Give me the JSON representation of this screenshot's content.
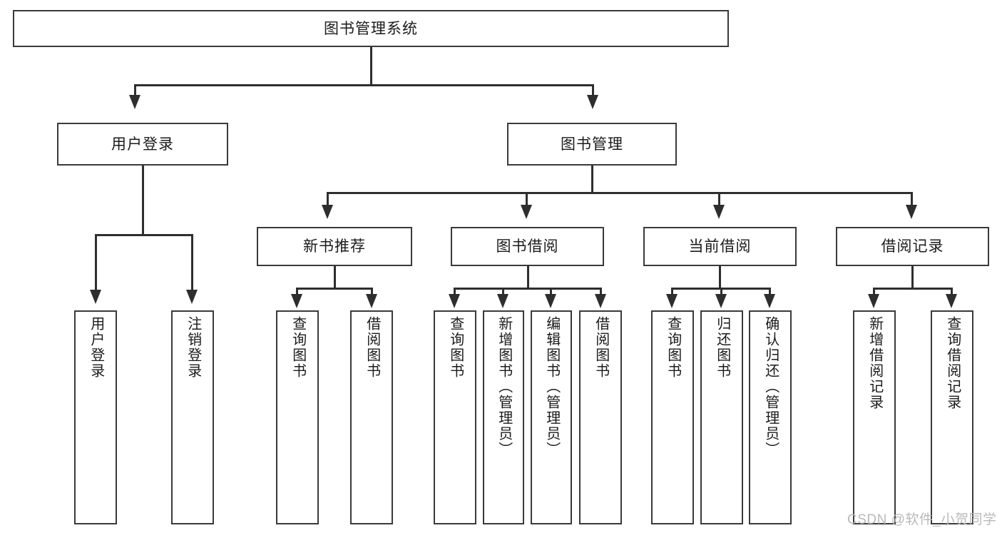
{
  "diagram": {
    "title": "图书管理系统",
    "type": "功能结构图",
    "root": {
      "label": "图书管理系统"
    },
    "level2": [
      {
        "id": "user-login",
        "label": "用户登录"
      },
      {
        "id": "book-manage",
        "label": "图书管理"
      }
    ],
    "level3": [
      {
        "id": "new-book-recommend",
        "label": "新书推荐",
        "parent": "book-manage"
      },
      {
        "id": "book-borrow",
        "label": "图书借阅",
        "parent": "book-manage"
      },
      {
        "id": "current-borrow",
        "label": "当前借阅",
        "parent": "book-manage"
      },
      {
        "id": "borrow-record",
        "label": "借阅记录",
        "parent": "book-manage"
      }
    ],
    "leaves": {
      "user_login": [
        {
          "id": "leaf-user-login",
          "label": "用户登录"
        },
        {
          "id": "leaf-logout",
          "label": "注销登录"
        }
      ],
      "new_book_recommend": [
        {
          "id": "leaf-query-book-1",
          "label": "查询图书"
        },
        {
          "id": "leaf-borrow-book-1",
          "label": "借阅图书"
        }
      ],
      "book_borrow": [
        {
          "id": "leaf-query-book-2",
          "label": "查询图书"
        },
        {
          "id": "leaf-add-book",
          "label": "新增图书（管理员）"
        },
        {
          "id": "leaf-edit-book",
          "label": "编辑图书（管理员）"
        },
        {
          "id": "leaf-borrow-book-2",
          "label": "借阅图书"
        }
      ],
      "current_borrow": [
        {
          "id": "leaf-query-book-3",
          "label": "查询图书"
        },
        {
          "id": "leaf-return-book",
          "label": "归还图书"
        },
        {
          "id": "leaf-confirm-return",
          "label": "确认归还（管理员）"
        }
      ],
      "borrow_record": [
        {
          "id": "leaf-add-record",
          "label": "新增借阅记录"
        },
        {
          "id": "leaf-query-record",
          "label": "查询借阅记录"
        }
      ]
    }
  },
  "watermark": {
    "text": "CSDN @软件_小贺同学"
  },
  "colors": {
    "box_border": "#3a3a3a",
    "line": "#2e2e2e",
    "text": "#1b1b1b",
    "background": "#ffffff",
    "watermark": "#b9b9b9"
  }
}
